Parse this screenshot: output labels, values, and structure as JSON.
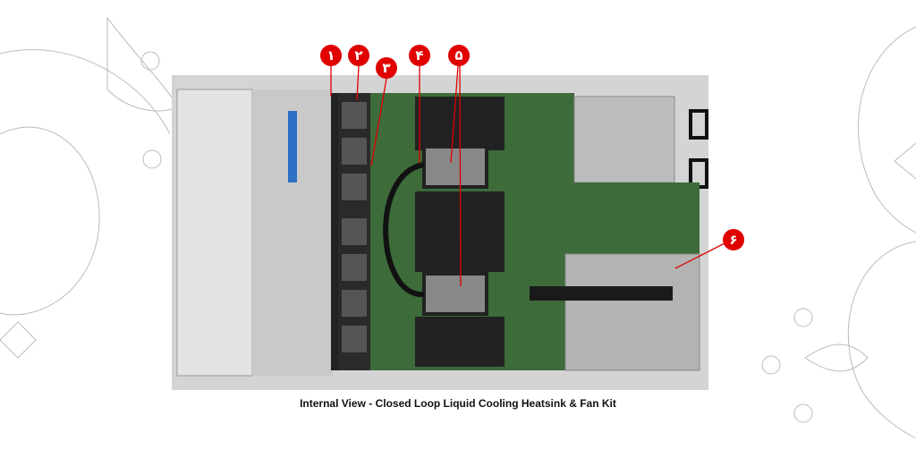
{
  "callouts": [
    {
      "label": "۱"
    },
    {
      "label": "۲"
    },
    {
      "label": "۳"
    },
    {
      "label": "۴"
    },
    {
      "label": "۵"
    },
    {
      "label": "۶"
    }
  ],
  "caption": "Internal View - Closed Loop Liquid Cooling Heatsink & Fan Kit",
  "colors": {
    "callout": "#e00000",
    "board": "#3d6b3a"
  }
}
